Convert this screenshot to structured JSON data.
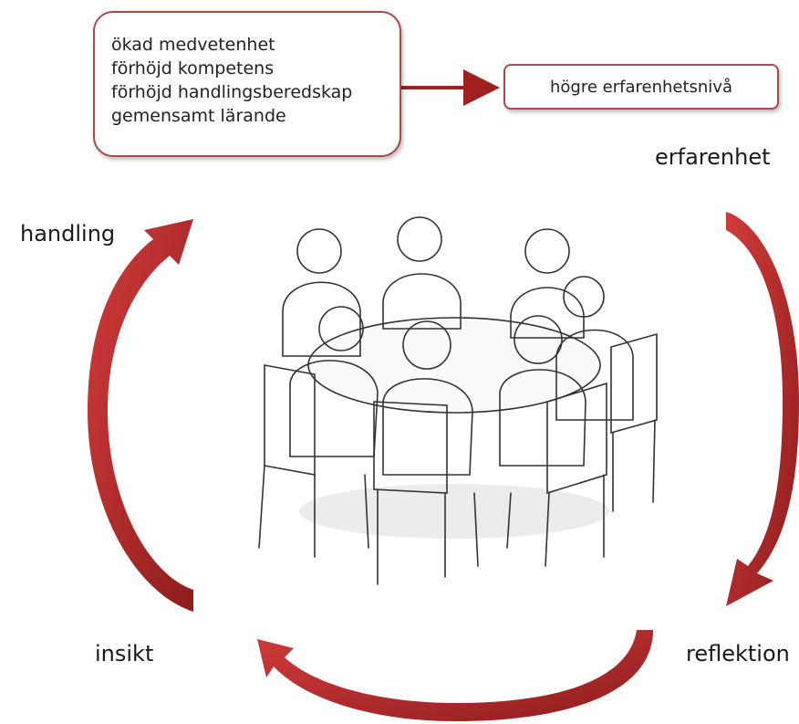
{
  "outcomes_box": {
    "items": [
      "ökad medvetenhet",
      "förhöjd kompetens",
      "förhöjd handlingsberedskap",
      "gemensamt lärande"
    ]
  },
  "result_box": {
    "label": "högre erfarenhetsnivå"
  },
  "cycle_stages": {
    "experience": "erfarenhet",
    "reflection": "reflektion",
    "insight": "insikt",
    "action": "handling"
  },
  "illustration": {
    "subject": "people-seated-around-round-table"
  },
  "colors": {
    "arrow": "#b22a2a",
    "arrow_dark": "#8a1a1a",
    "box_border": "#a94a4a",
    "line": "#333333"
  }
}
